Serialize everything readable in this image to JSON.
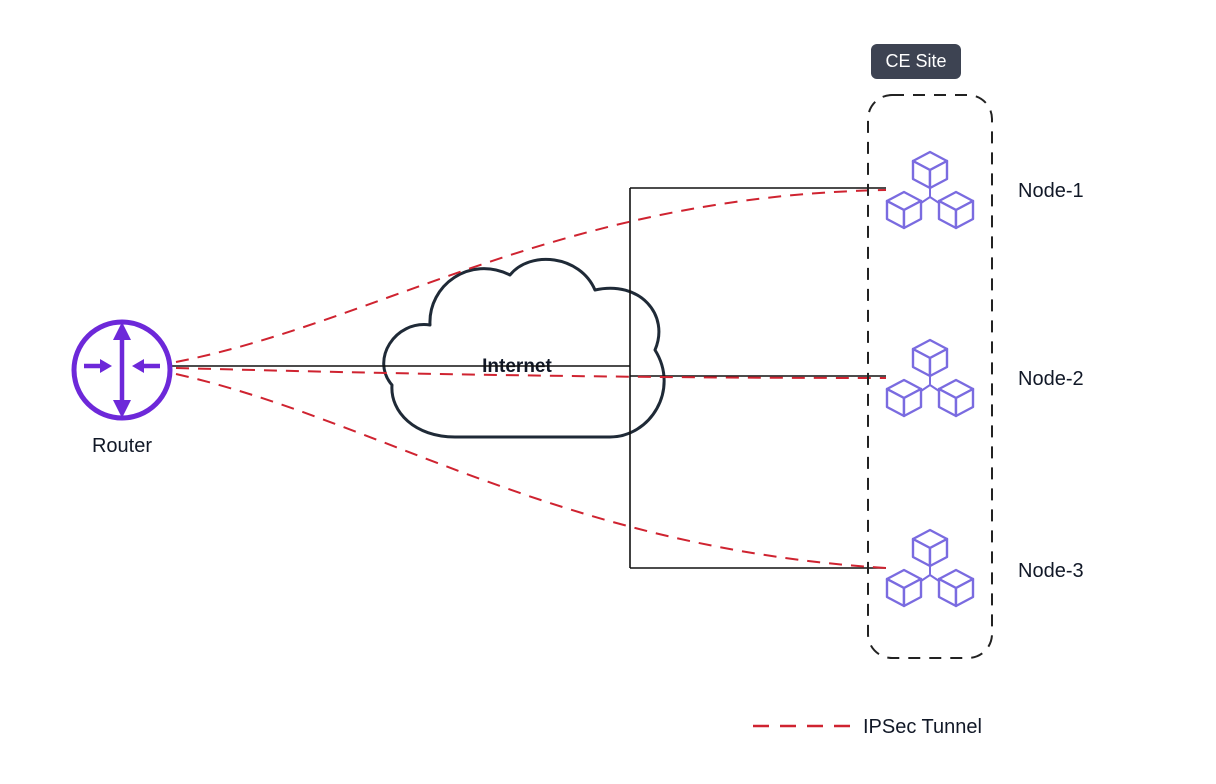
{
  "diagram": {
    "router": {
      "label": "Router"
    },
    "cloud": {
      "label": "Internet"
    },
    "ce_site": {
      "badge": "CE Site"
    },
    "nodes": [
      {
        "label": "Node-1"
      },
      {
        "label": "Node-2"
      },
      {
        "label": "Node-3"
      }
    ],
    "legend": {
      "ipsec": "IPSec Tunnel"
    }
  },
  "colors": {
    "router_purple": "#6d28d9",
    "node_purple": "#7a6be0",
    "tunnel_red": "#cf2330",
    "cloud_outline": "#1f2a37",
    "line_dark": "#111111",
    "badge_bg": "#3d4352",
    "badge_text": "#ffffff",
    "label_text": "#111827",
    "background": "#ffffff"
  }
}
